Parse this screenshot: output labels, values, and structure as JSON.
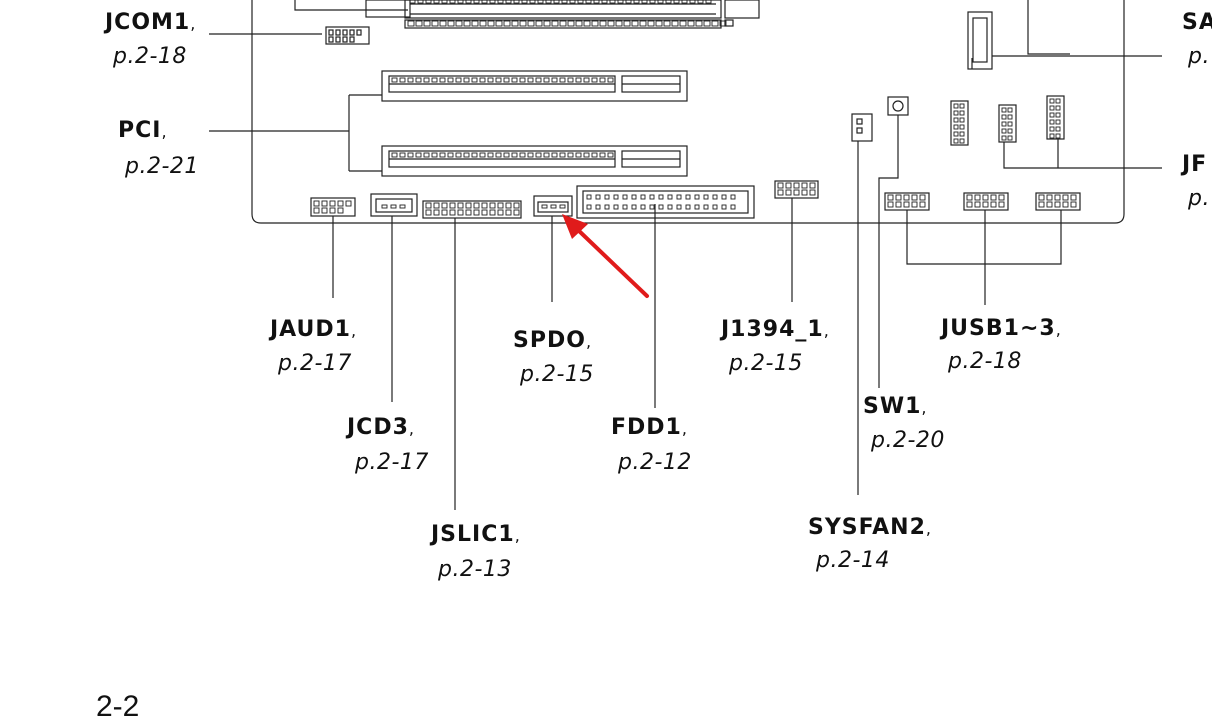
{
  "page_number": "2-2",
  "connectors": {
    "jcom1": {
      "name": "JCOM1",
      "ref": "p.2-18"
    },
    "pci": {
      "name": "PCI",
      "ref": "p.2-21"
    },
    "jaud1": {
      "name": "JAUD1",
      "ref": "p.2-17"
    },
    "jcd3": {
      "name": "JCD3",
      "ref": "p.2-17"
    },
    "jslic1": {
      "name": "JSLIC1",
      "ref": "p.2-13"
    },
    "spdo": {
      "name": "SPDO",
      "ref": "p.2-15"
    },
    "fdd1": {
      "name": "FDD1",
      "ref": "p.2-12"
    },
    "j1394": {
      "name": "J1394_1",
      "ref": "p.2-15"
    },
    "jusb": {
      "name": "JUSB1~3",
      "ref": "p.2-18"
    },
    "sw1": {
      "name": "SW1",
      "ref": "p.2-20"
    },
    "sysfan2": {
      "name": "SYSFAN2",
      "ref": "p.2-14"
    },
    "sata": {
      "name": "SA",
      "ref": "p."
    },
    "jf": {
      "name": "JF",
      "ref": "p."
    }
  },
  "separator": ",",
  "highlight_color": "#e01b1b"
}
